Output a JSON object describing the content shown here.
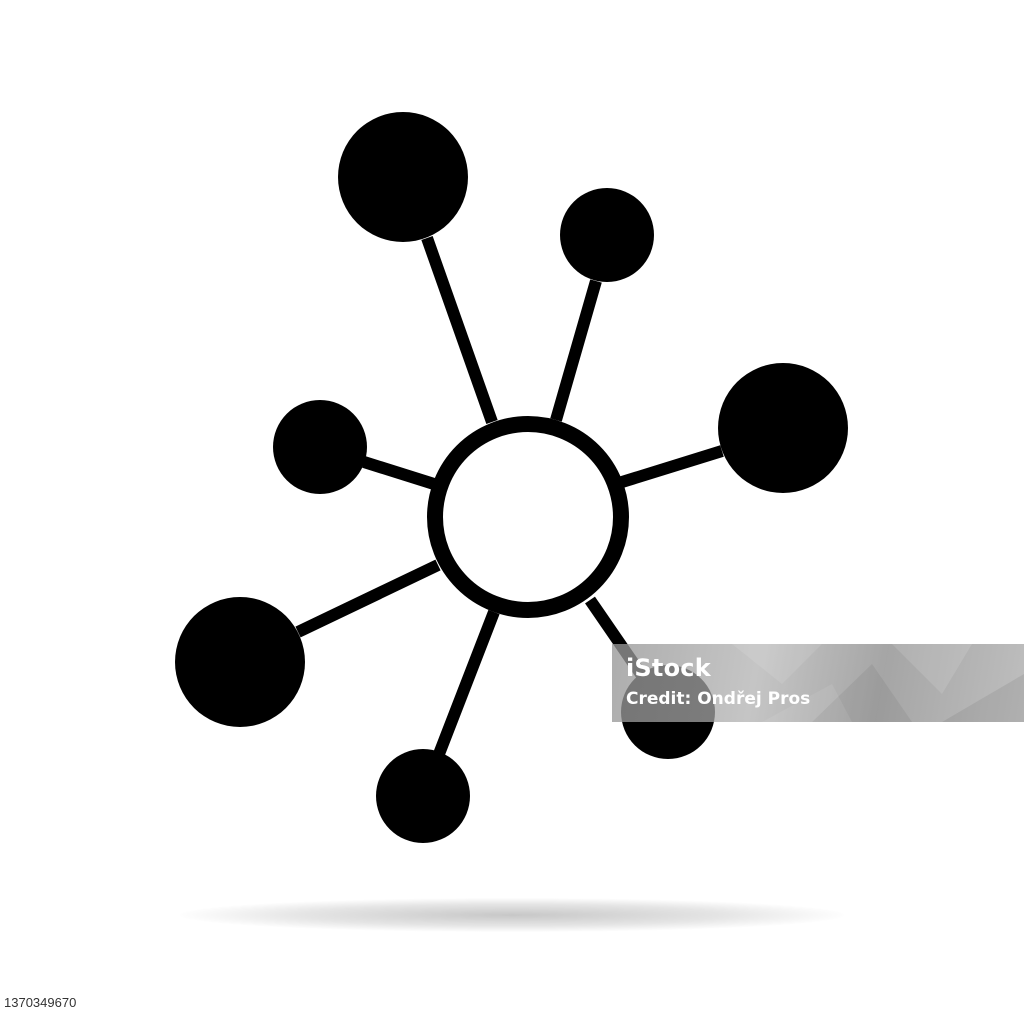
{
  "watermark": {
    "brand": "iStock",
    "credit": "Credit: Ondřej Pros"
  },
  "stock_id": "1370349670",
  "colors": {
    "background": "#ffffff",
    "icon": "#000000",
    "watermark_text": "#ffffff"
  },
  "icon": {
    "name": "network-hub-icon",
    "satellite_count": 7
  }
}
